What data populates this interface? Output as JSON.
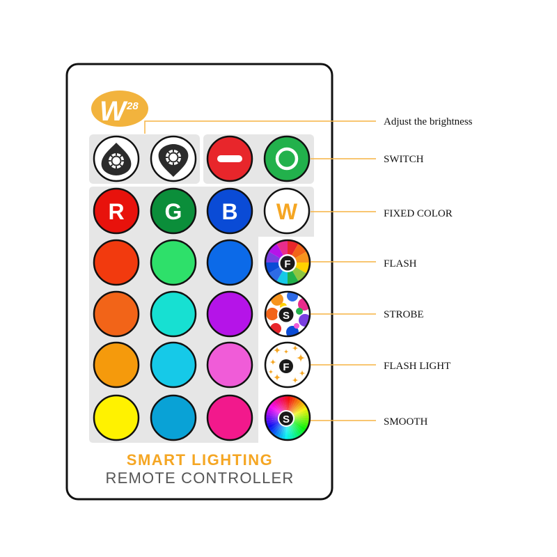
{
  "remote": {
    "badge": {
      "letter": "W",
      "sup": "28",
      "color": "#F2B33D"
    },
    "title_line1": "SMART LIGHTING",
    "title_line2": "REMOTE CONTROLLER",
    "title_line1_color": "#F5A623",
    "title_line2_color": "#555555",
    "buttons": {
      "brightness_up_icon": "sun-up-icon",
      "brightness_down_icon": "sun-down-icon",
      "off_color": "#E8262B",
      "on_color": "#22B14C",
      "red": {
        "label": "R",
        "color": "#E8120C"
      },
      "green": {
        "label": "G",
        "color": "#0B8E3A"
      },
      "blue": {
        "label": "B",
        "color": "#0A4BD6"
      },
      "white": {
        "label": "W",
        "color": "#FFFFFF",
        "text_color": "#F5A623"
      },
      "flash_label": "F",
      "strobe_label": "S",
      "flash_light_label": "F",
      "smooth_label": "S"
    },
    "color_grid": [
      [
        "#F23A0E",
        "#2EE06A",
        "#0C6AE8"
      ],
      [
        "#F26418",
        "#17E0D2",
        "#B514E8"
      ],
      [
        "#F59A0C",
        "#16C9E8",
        "#F05CD8"
      ],
      [
        "#FFF200",
        "#09A2D6",
        "#F2198C"
      ]
    ]
  },
  "callouts": [
    {
      "label": "Adjust the brightness"
    },
    {
      "label": "SWITCH"
    },
    {
      "label": "FIXED COLOR"
    },
    {
      "label": "FLASH"
    },
    {
      "label": "STROBE"
    },
    {
      "label": "FLASH LIGHT"
    },
    {
      "label": "SMOOTH"
    }
  ],
  "callout_line_color": "#F5B342"
}
